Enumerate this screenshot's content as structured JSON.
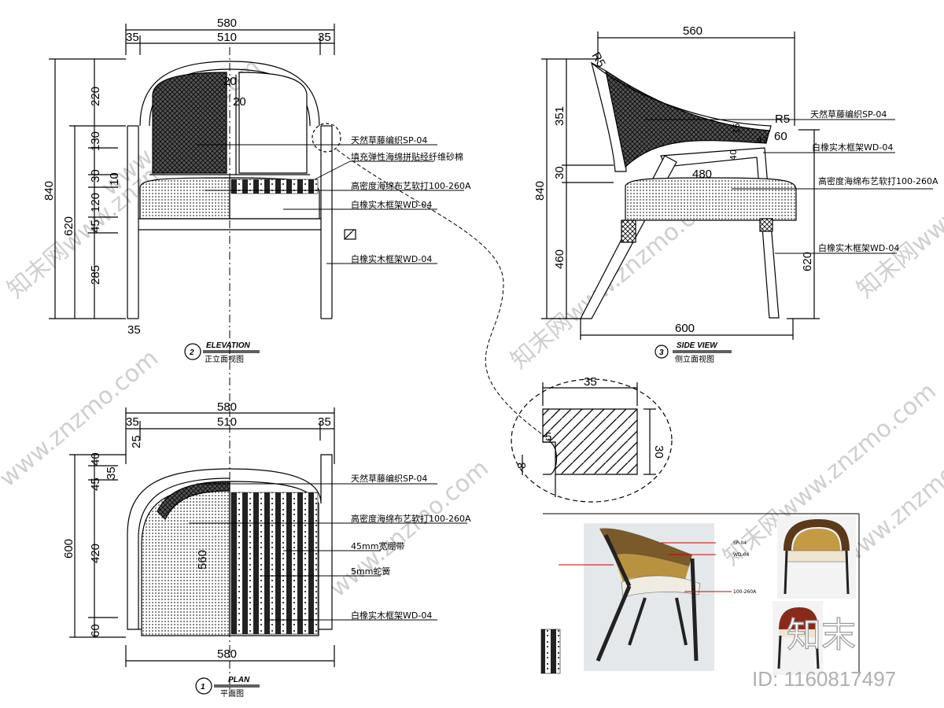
{
  "elevation": {
    "dims_top": {
      "overall": "580",
      "inner": "510",
      "left": "35",
      "right": "35"
    },
    "dims_left": {
      "total": "840",
      "seat_height": "620",
      "seg1": "220",
      "seg2": "130",
      "seg3": "30",
      "seg4": "120",
      "seg5": "45",
      "seg6": "285",
      "small1": "10"
    },
    "inner_marks": [
      "20",
      "20"
    ],
    "foot_mark": "35",
    "labels": [
      "天然草藤编织SP-04",
      "填充弹性海绵拼贴经纤维砂棉",
      "高密度海绵布艺软打100-260A",
      "白橡实木框架WD-04",
      "白橡实木框架WD-04"
    ],
    "title_number": "2",
    "title_en": "ELEVATION",
    "title_cn": "正立面视图"
  },
  "side": {
    "dims": {
      "top": "560",
      "bottom": "600",
      "left_total": "840",
      "left_upper": "351",
      "left_mid": "30",
      "left_lower": "460",
      "right": "620",
      "seat_depth": "480",
      "r1": "R5",
      "r2": "R5",
      "m60": "60",
      "m43": "43",
      "m40": "40",
      "m15": "15"
    },
    "labels": [
      "天然草藤编织SP-04",
      "白橡实木框架WD-04",
      "高密度海绵布艺软打100-260A",
      "白橡实木框架WD-04"
    ],
    "title_number": "3",
    "title_en": "SIDE VIEW",
    "title_cn": "侧立面视图"
  },
  "plan": {
    "dims_top": {
      "overall": "580",
      "inner": "510",
      "left": "35",
      "right": "35",
      "corner": "25"
    },
    "dims_bottom": "580",
    "dims_left": {
      "total": "600",
      "seg1": "40",
      "seg2": "45",
      "seg3": "420",
      "seg4": "60",
      "seg5": "35"
    },
    "inner_dim": "560",
    "labels": [
      "天然草藤编织SP-04",
      "高密度海绵布艺软打100-260A",
      "45mm宽绷带",
      "5mm蛇簧",
      "白橡实木框架WD-04"
    ],
    "title_number": "1",
    "title_en": "PLAN",
    "title_cn": "平面图"
  },
  "detail": {
    "width": "35",
    "height": "30",
    "notch": "5",
    "small": "8"
  },
  "photo_labels": [
    "SP-04",
    "WD-04",
    "100-260A"
  ],
  "watermarks": [
    "知末网www.znzmo.com",
    "www.znzmo.com",
    "知末网www.znzmo.com",
    "www.znzmo.com",
    "www.znzmo.com",
    "知末网www.znzmo.com",
    "www.znzmo.com",
    "知末网www.znzmo.com"
  ],
  "brand": {
    "logo_text": "知末",
    "id_text": "ID: 1160817497"
  }
}
